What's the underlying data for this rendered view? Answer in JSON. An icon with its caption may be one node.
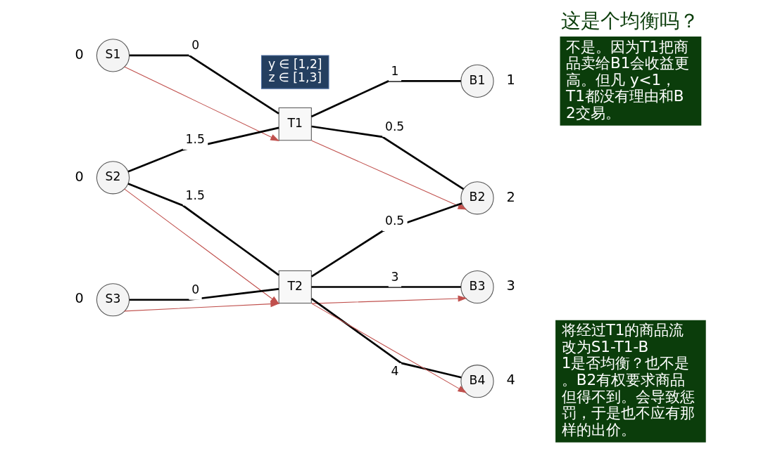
{
  "diagram": {
    "title": "这是个均衡吗？",
    "nodes": [
      {
        "text": [
          "S1"
        ],
        "beside": [
          "0"
        ]
      },
      {
        "text": [
          "S2"
        ],
        "beside": [
          "0"
        ]
      },
      {
        "text": [
          "S3"
        ],
        "beside": [
          "0"
        ]
      },
      {
        "text": [
          "T1"
        ]
      },
      {
        "text": [
          "T2"
        ]
      },
      {
        "text": [
          "B1"
        ],
        "beside": [
          "1"
        ]
      },
      {
        "text": [
          "B2"
        ],
        "beside": [
          "2"
        ]
      },
      {
        "text": [
          "B3"
        ],
        "beside": [
          "3"
        ]
      },
      {
        "text": [
          "B4"
        ],
        "beside": [
          "4"
        ]
      },
      {
        "text": [
          "y ∈ [1,2] z ∈ [1,3]"
        ]
      }
    ],
    "edges": [
      {
        "from": 0,
        "to": 3,
        "arrow": "none",
        "label": "0"
      },
      {
        "from": 3,
        "to": 5,
        "arrow": "none",
        "label": "1"
      },
      {
        "from": 1,
        "to": 3,
        "arrow": "none",
        "label": "1.5"
      },
      {
        "from": 3,
        "to": 6,
        "arrow": "none",
        "label": "0.5"
      },
      {
        "from": 1,
        "to": 4,
        "arrow": "none",
        "label": "1.5"
      },
      {
        "from": 4,
        "to": 6,
        "arrow": "none",
        "label": "0.5"
      },
      {
        "from": 2,
        "to": 4,
        "arrow": "none",
        "label": "0"
      },
      {
        "from": 4,
        "to": 7,
        "arrow": "none",
        "label": "3"
      },
      {
        "from": 4,
        "to": 8,
        "arrow": "none",
        "label": "4"
      },
      {
        "from": 0,
        "to": 3,
        "arrow": "to",
        "color": "#c0504d"
      },
      {
        "from": 3,
        "to": 6,
        "arrow": "to",
        "color": "#c0504d"
      },
      {
        "from": 1,
        "to": 4,
        "arrow": "to",
        "color": "#c0504d"
      },
      {
        "from": 2,
        "to": 4,
        "arrow": "to",
        "color": "#c0504d"
      },
      {
        "from": 4,
        "to": 7,
        "arrow": "to",
        "color": "#c0504d"
      },
      {
        "from": 4,
        "to": 8,
        "arrow": "to",
        "color": "#c0504d"
      }
    ],
    "labels": [
      "不是。因为T1把商品卖给B1会收益更高。但凡 y<1，T1都没有理由和B2交易。",
      "将经过T1的商品流改为S1-T1-B1是否均衡？也不是。B2有权要求商品但得不到。会导致惩罚，于是也不应有那样的出价。"
    ]
  }
}
